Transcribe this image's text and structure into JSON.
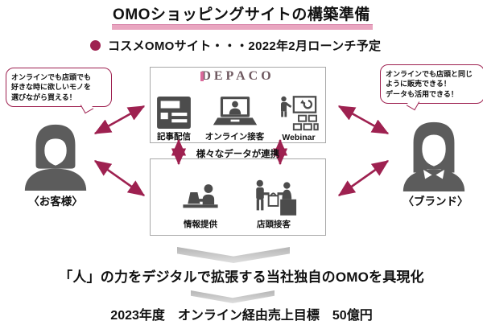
{
  "header": {
    "title": "OMOショッピングサイトの構築準備",
    "subtitle": "コスメOMOサイト・・・2022年2月ローンチ予定"
  },
  "left_bubble": {
    "lines": [
      "オンラインでも店頭でも",
      "好きな時に欲しいモノを",
      "選びながら買える！"
    ]
  },
  "right_bubble": {
    "lines": [
      "オンラインでも店頭と同じ",
      "ように販売できる！",
      "データも活用できる！"
    ]
  },
  "customer_label": "〈お客様〉",
  "brand_label": "〈ブランド〉",
  "online_box": {
    "logo": "DEPACO",
    "items": [
      {
        "label": "記事配信"
      },
      {
        "label": "オンライン接客"
      },
      {
        "label": "Webinar"
      }
    ]
  },
  "link_text": "様々なデータが連携",
  "store_box": {
    "items": [
      {
        "label": "情報提供"
      },
      {
        "label": "店頭接客"
      }
    ]
  },
  "bottom": {
    "statement": "「人」の力をデジタルで拡張する当社独自のOMOを具現化",
    "target": "2023年度　オンライン経由売上目標　50億円"
  },
  "colors": {
    "accent_maroon": "#9e2150",
    "underline_pink": "#e9a6c0",
    "icon_gray": "#4c4c4c",
    "avatar_gray": "#5c5c5c",
    "chevron_gray": "#c9c9c9"
  }
}
